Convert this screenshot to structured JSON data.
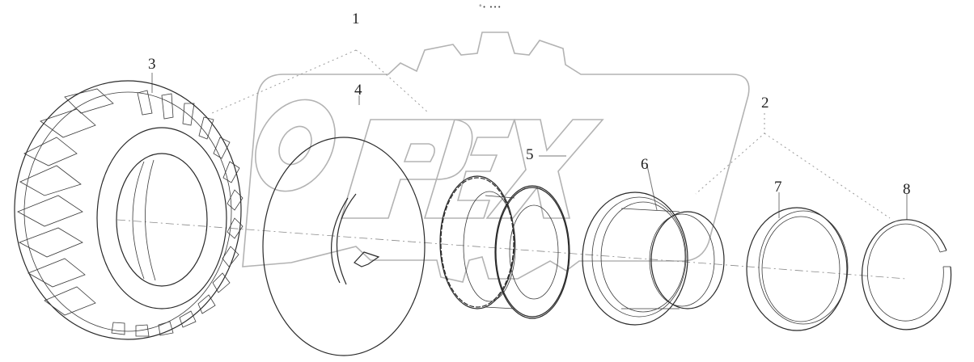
{
  "diagram": {
    "type": "exploded-parts-view",
    "subject": "wheel / tire assembly",
    "header_mark": "°• •••",
    "watermark": {
      "text": "OPEX",
      "color": "#b3b3b3"
    },
    "colors": {
      "line": "#2a2a2a",
      "watermark": "#b3b3b3",
      "leader": "#777777",
      "background": "#ffffff"
    },
    "callouts": [
      {
        "id": "1",
        "label": "1",
        "part": "assembly-group-left"
      },
      {
        "id": "2",
        "label": "2",
        "part": "assembly-group-right"
      },
      {
        "id": "3",
        "label": "3",
        "part": "tire"
      },
      {
        "id": "4",
        "label": "4",
        "part": "inner-tube"
      },
      {
        "id": "5",
        "label": "5",
        "part": "flap"
      },
      {
        "id": "6",
        "label": "6",
        "part": "rim"
      },
      {
        "id": "7",
        "label": "7",
        "part": "side-ring"
      },
      {
        "id": "8",
        "label": "8",
        "part": "lock-ring"
      }
    ]
  }
}
